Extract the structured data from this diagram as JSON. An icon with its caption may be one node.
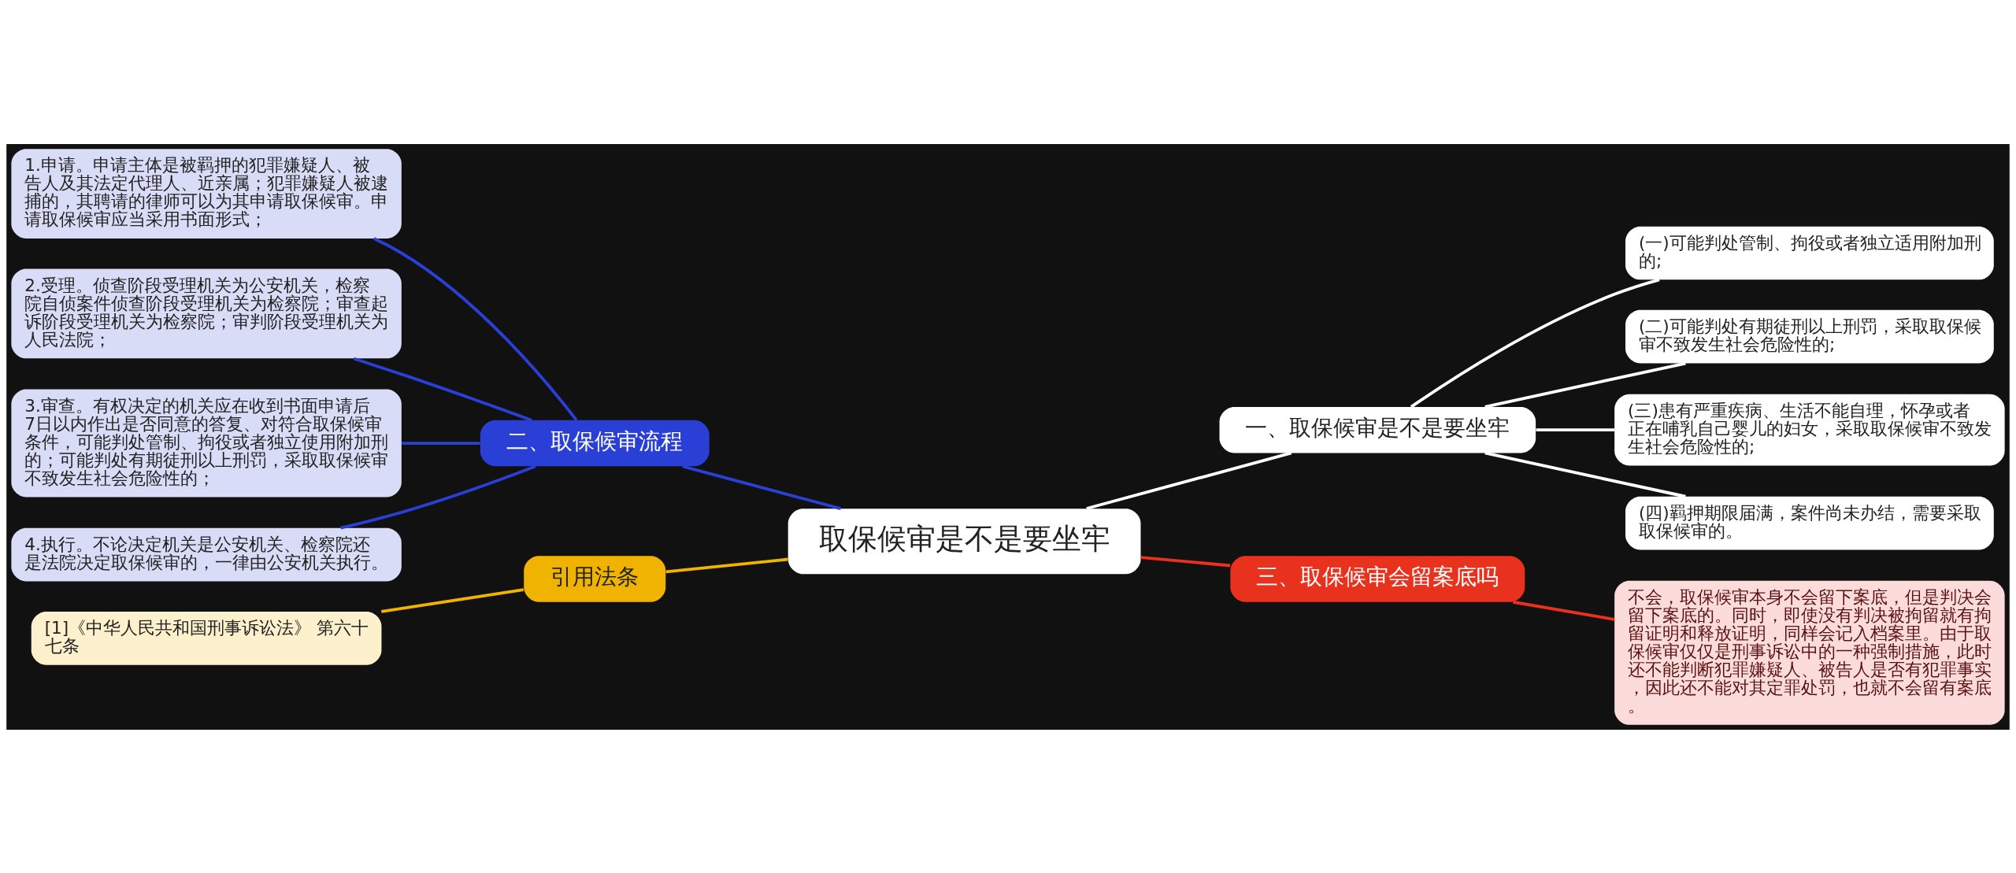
{
  "diagram": {
    "nodes": [
      {
        "text": [
          "取保候审是不是要坐牢"
        ]
      },
      {
        "text": [
          "一、取保候审是不是要坐牢"
        ]
      },
      {
        "text": [
          "(一)可能判处管制、拘役或者独立适用附加刑的;"
        ]
      },
      {
        "text": [
          "(二)可能判处有期徒刑以上刑罚，采取取保候审不致发生社会危险性的;"
        ]
      },
      {
        "text": [
          "(三)患有严重疾病、生活不能自理，怀孕或者正在哺乳自己婴儿的妇女，采取取保候审不致发生社会危险性的;"
        ]
      },
      {
        "text": [
          "(四)羁押期限届满，案件尚未办结，需要采取取保候审的。"
        ]
      },
      {
        "text": [
          "二、取保候审流程"
        ]
      },
      {
        "text": [
          "1.申请。申请主体是被羁押的犯罪嫌疑人、被告人及其法定代理人、近亲属；犯罪嫌疑人被逮捕的，其聘请的律师可以为其申请取保候审。申请取保候审应当采用书面形式；"
        ]
      },
      {
        "text": [
          "2.受理。侦查阶段受理机关为公安机关，检察院自侦案件侦查阶段受理机关为检察院；审查起诉阶段受理机关为检察院；审判阶段受理机关为人民法院；"
        ]
      },
      {
        "text": [
          "3.审查。有权决定的机关应在收到书面申请后7日以内作出是否同意的答复、对符合取保候审条件，可能判处管制、拘役或者独立使用附加刑的；可能判处有期徒刑以上刑罚，采取取保候审不致发生社会危险性的；"
        ]
      },
      {
        "text": [
          "4.执行。不论决定机关是公安机关、检察院还是法院决定取保候审的，一律由公安机关执行。"
        ]
      },
      {
        "text": [
          "三、取保候审会留案底吗"
        ]
      },
      {
        "text": [
          "不会，取保候审本身不会留下案底，但是判决会留下案底的。同时，即使没有判决被拘留就有拘留证明和释放证明，同样会记入档案里。由于取保候审仅仅是刑事诉讼中的一种强制措施，此时还不能判断犯罪嫌疑人、被告人是否有犯罪事实，因此还不能对其定罪处罚，也就不会留有案底。"
        ]
      },
      {
        "text": [
          "引用法条"
        ]
      },
      {
        "text": [
          "[1]《中华人民共和国刑事诉讼法》 第六十七条"
        ]
      }
    ],
    "edges": [
      {
        "from": 0,
        "to": 1,
        "arrow": "none"
      },
      {
        "from": 1,
        "to": 2,
        "arrow": "none"
      },
      {
        "from": 1,
        "to": 3,
        "arrow": "none"
      },
      {
        "from": 1,
        "to": 4,
        "arrow": "none"
      },
      {
        "from": 1,
        "to": 5,
        "arrow": "none"
      },
      {
        "from": 0,
        "to": 6,
        "arrow": "none",
        "color": "#2a3fd6"
      },
      {
        "from": 6,
        "to": 7,
        "arrow": "none",
        "color": "#2a3fd6"
      },
      {
        "from": 6,
        "to": 8,
        "arrow": "none",
        "color": "#2a3fd6"
      },
      {
        "from": 6,
        "to": 9,
        "arrow": "none",
        "color": "#2a3fd6"
      },
      {
        "from": 6,
        "to": 10,
        "arrow": "none",
        "color": "#2a3fd6"
      },
      {
        "from": 0,
        "to": 11,
        "arrow": "none",
        "color": "#e8321e"
      },
      {
        "from": 11,
        "to": 12,
        "arrow": "none",
        "color": "#e8321e"
      },
      {
        "from": 0,
        "to": 13,
        "arrow": "none",
        "color": "#f0b400"
      },
      {
        "from": 13,
        "to": 14,
        "arrow": "none",
        "color": "#f0b400"
      }
    ]
  }
}
